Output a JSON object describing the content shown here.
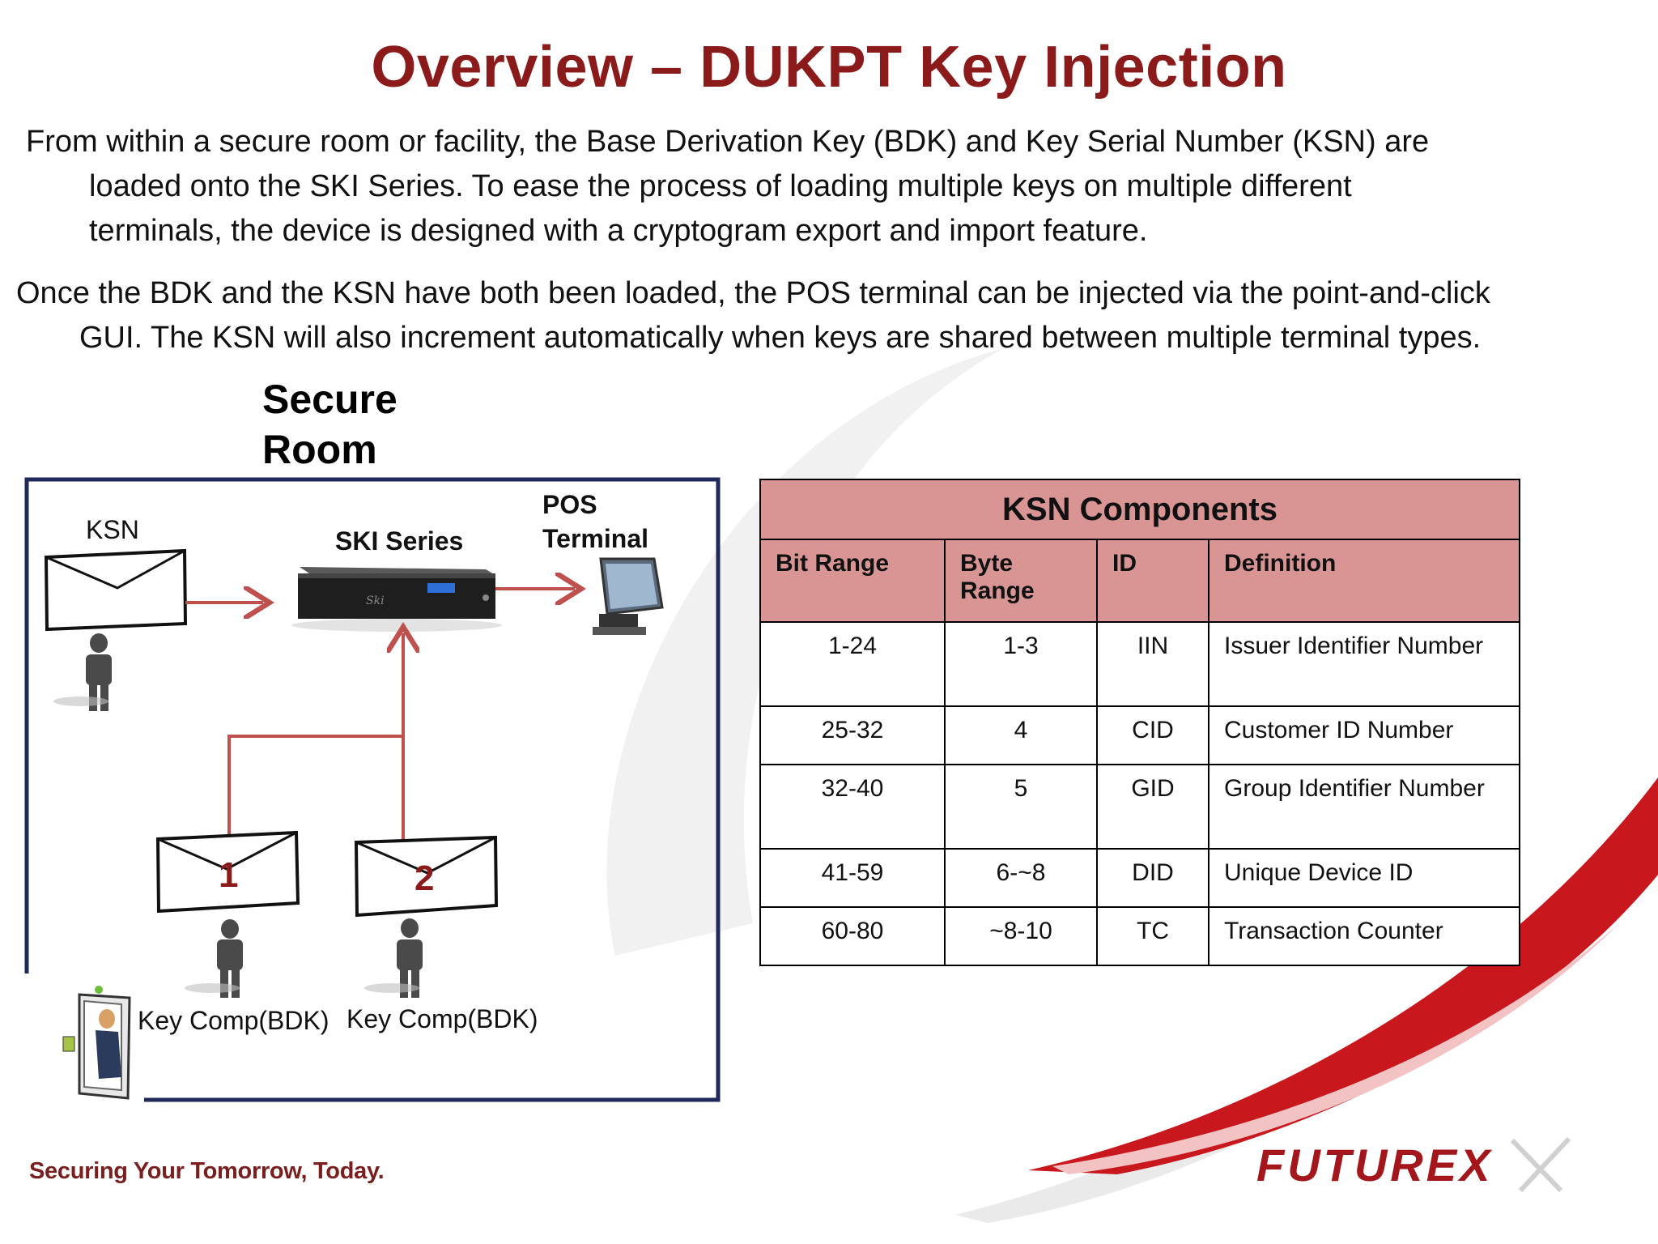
{
  "title": "Overview – DUKPT Key Injection",
  "paragraphs": [
    {
      "first": "From within a secure room or facility, the Base Derivation Key (BDK) and Key Serial Number (KSN) are",
      "rest": [
        "loaded onto the SKI Series.  To ease the process of loading multiple keys on multiple different",
        "terminals, the device is designed with a cryptogram export and import feature."
      ]
    },
    {
      "first": "Once the BDK and the KSN have both been loaded, the POS terminal can be injected via the point-and-click",
      "rest": [
        "GUI.  The KSN will also increment automatically when keys are shared between multiple terminal types."
      ]
    }
  ],
  "diagram": {
    "secure_room_label_line1": "Secure",
    "secure_room_label_line2": "Room",
    "ksn_label": "KSN",
    "ski_label": "SKI Series",
    "pos_label_line1": "POS",
    "pos_label_line2": "Terminal",
    "envelope1_number": "1",
    "envelope2_number": "2",
    "key_comp1_label": "Key Comp(BDK)",
    "key_comp2_label": "Key Comp(BDK)",
    "colors": {
      "arrow": "#c0504d",
      "room_border": "#1f2a5a",
      "number": "#8b1a1a"
    }
  },
  "table": {
    "caption": "KSN Components",
    "headers": [
      [
        "Bit Range"
      ],
      [
        "Byte",
        "Range"
      ],
      [
        "ID"
      ],
      [
        "Definition"
      ]
    ],
    "rows": [
      [
        "1-24",
        "1-3",
        "IIN",
        "Issuer Identifier Number"
      ],
      [
        "25-32",
        "4",
        "CID",
        "Customer ID Number"
      ],
      [
        "32-40",
        "5",
        "GID",
        "Group Identifier Number"
      ],
      [
        "41-59",
        "6-~8",
        "DID",
        "Unique Device ID"
      ],
      [
        "60-80",
        "~8-10",
        "TC",
        "Transaction Counter"
      ]
    ],
    "header_color": "#d99594"
  },
  "footer": {
    "tagline": "Securing Your Tomorrow, Today.",
    "logo_text": "FUTUREX",
    "logo_color": "#a3161b"
  }
}
